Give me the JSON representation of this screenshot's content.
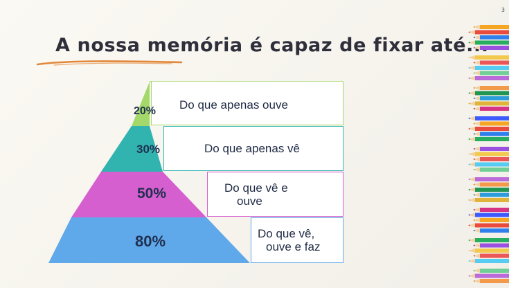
{
  "slide": {
    "page_number": "3",
    "title": "A nossa memória é capaz de fixar até..."
  },
  "colors": {
    "level1": "#a4d86a",
    "level2": "#31b3b0",
    "level3": "#d65fcf",
    "level4": "#5fa8ea"
  },
  "levels": [
    {
      "percent": "20%",
      "text": "Do que apenas ouve"
    },
    {
      "percent": "30%",
      "text": "Do que apenas vê"
    },
    {
      "percent": "50%",
      "text_line1": "Do que vê e",
      "text_line2": "ouve"
    },
    {
      "percent": "80%",
      "text_line1": "Do que vê,",
      "text_line2": "ouve e faz"
    }
  ],
  "decor": {
    "underline_icon": "hand-drawn-underline-icon",
    "pencils_icon": "colored-pencils-icon"
  }
}
